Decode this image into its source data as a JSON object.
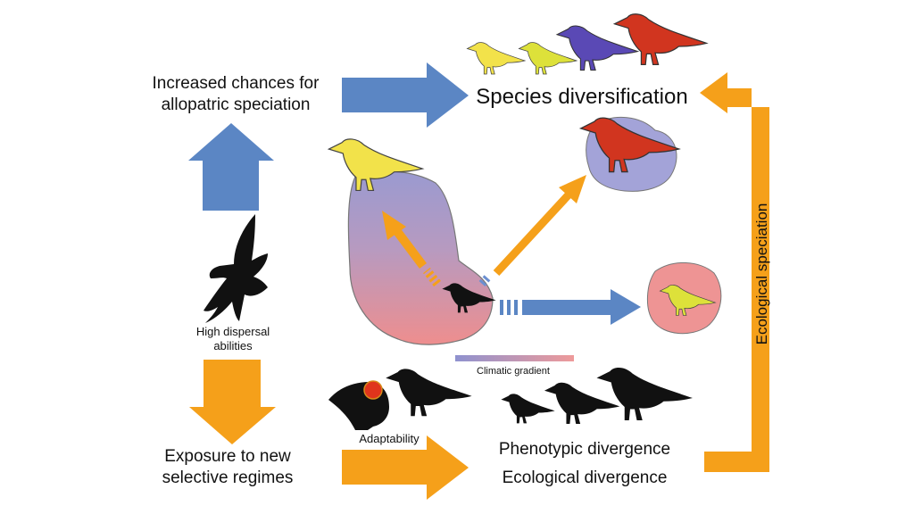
{
  "labels": {
    "increased_chances": "Increased chances for allopatric speciation",
    "species_diversification": "Species diversification",
    "high_dispersal": "High dispersal abilities",
    "exposure": "Exposure to new selective regimes",
    "adaptability": "Adaptability",
    "phenotypic_divergence": "Phenotypic divergence",
    "ecological_divergence": "Ecological divergence",
    "climatic_gradient": "Climatic gradient",
    "ecological_speciation": "Ecological speciation"
  },
  "colors": {
    "blue_arrow": "#5b86c4",
    "orange_arrow": "#f5a01a",
    "bird_yellow": "#f2e24a",
    "bird_lime": "#dde13a",
    "bird_purple": "#5a49b5",
    "bird_red": "#d1351f",
    "gradient_top": "#9a9ad0",
    "gradient_bottom": "#ee8e8e"
  }
}
